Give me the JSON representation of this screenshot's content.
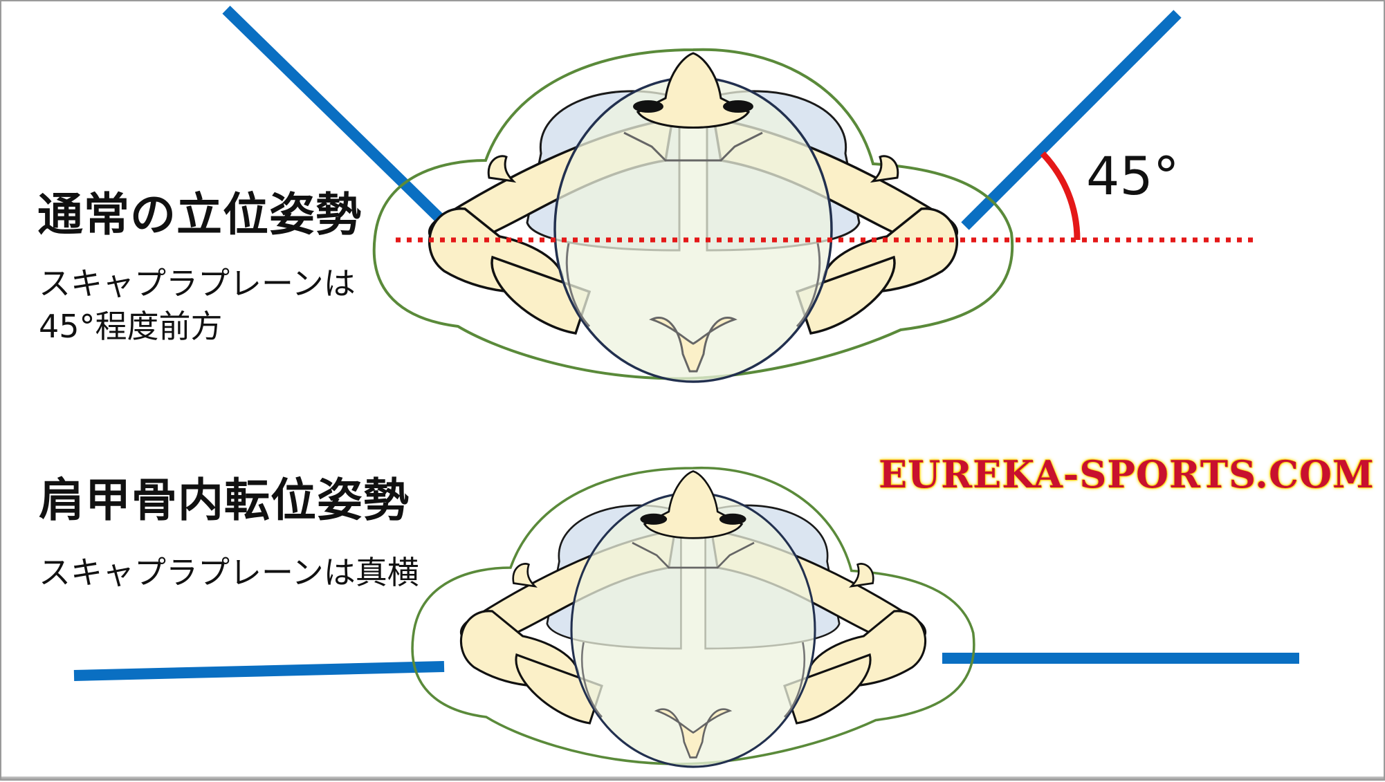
{
  "section_normal": {
    "title": "通常の立位姿勢",
    "description_line1": "スキャプラプレーンは",
    "description_line2": "45°程度前方",
    "angle_label": "45°"
  },
  "section_protraction": {
    "title": "肩甲骨内転位姿勢",
    "description": "スキャプラプレーンは真横"
  },
  "brand": {
    "text": "EUREKA-SPORTS.COM"
  },
  "colors": {
    "scapular_plane_line": "#0a6fc2",
    "reference_line": "#e41818",
    "body_outline": "#5a8a3a",
    "bone_fill": "#fbf0c8",
    "torso_outline": "#2a3a5a",
    "brand_text": "#c8102e",
    "brand_glow": "#ffd800"
  }
}
